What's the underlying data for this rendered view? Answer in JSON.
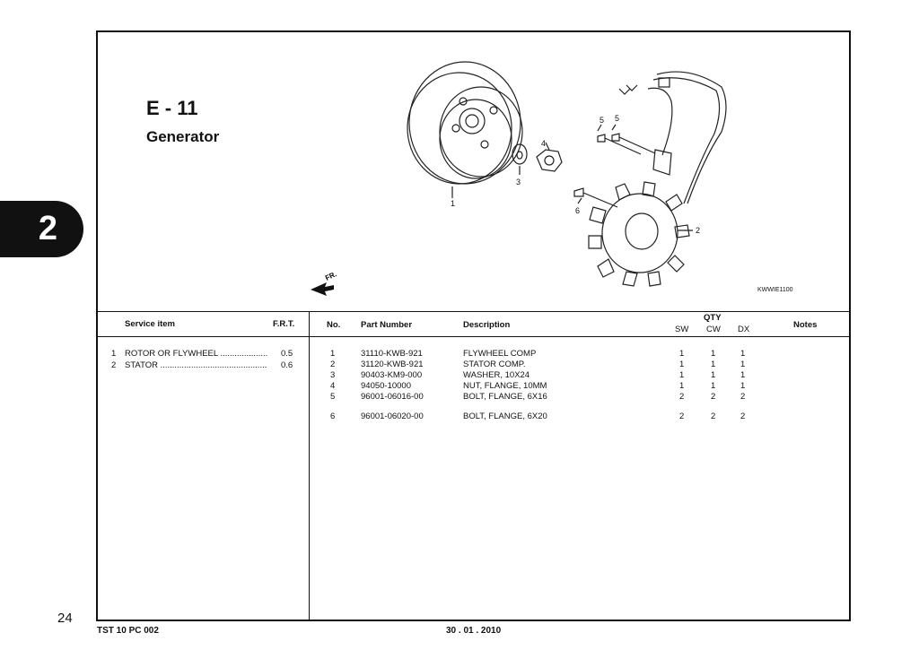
{
  "section_tab": "2",
  "header": {
    "code": "E - 11",
    "title": "Generator"
  },
  "illustration": {
    "code": "KWWIE1100",
    "fr_label": "FR.",
    "callouts": [
      "1",
      "2",
      "3",
      "4",
      "5",
      "5",
      "6"
    ]
  },
  "service_table": {
    "col_service_item": "Service item",
    "col_frt": "F.R.T.",
    "rows": [
      {
        "no": "1",
        "item": "ROTOR OR FLYWHEEL ....................",
        "frt": "0.5"
      },
      {
        "no": "2",
        "item": "STATOR .............................................",
        "frt": "0.6"
      }
    ]
  },
  "parts_table": {
    "col_no": "No.",
    "col_part_number": "Part Number",
    "col_description": "Description",
    "col_qty": "QTY",
    "col_sw": "SW",
    "col_cw": "CW",
    "col_dx": "DX",
    "col_notes": "Notes",
    "rows": [
      {
        "no": "1",
        "part": "31110-KWB-921",
        "desc": "FLYWHEEL COMP",
        "sw": "1",
        "cw": "1",
        "dx": "1"
      },
      {
        "no": "2",
        "part": "31120-KWB-921",
        "desc": "STATOR COMP.",
        "sw": "1",
        "cw": "1",
        "dx": "1"
      },
      {
        "no": "3",
        "part": "90403-KM9-000",
        "desc": "WASHER, 10X24",
        "sw": "1",
        "cw": "1",
        "dx": "1"
      },
      {
        "no": "4",
        "part": "94050-10000",
        "desc": "NUT, FLANGE, 10MM",
        "sw": "1",
        "cw": "1",
        "dx": "1"
      },
      {
        "no": "5",
        "part": "96001-06016-00",
        "desc": "BOLT, FLANGE, 6X16",
        "sw": "2",
        "cw": "2",
        "dx": "2"
      },
      {
        "no": "6",
        "part": "96001-06020-00",
        "desc": "BOLT, FLANGE, 6X20",
        "sw": "2",
        "cw": "2",
        "dx": "2"
      }
    ]
  },
  "footer": {
    "page": "24",
    "doc_code": "TST 10 PC 002",
    "date": "30 . 01 . 2010"
  }
}
